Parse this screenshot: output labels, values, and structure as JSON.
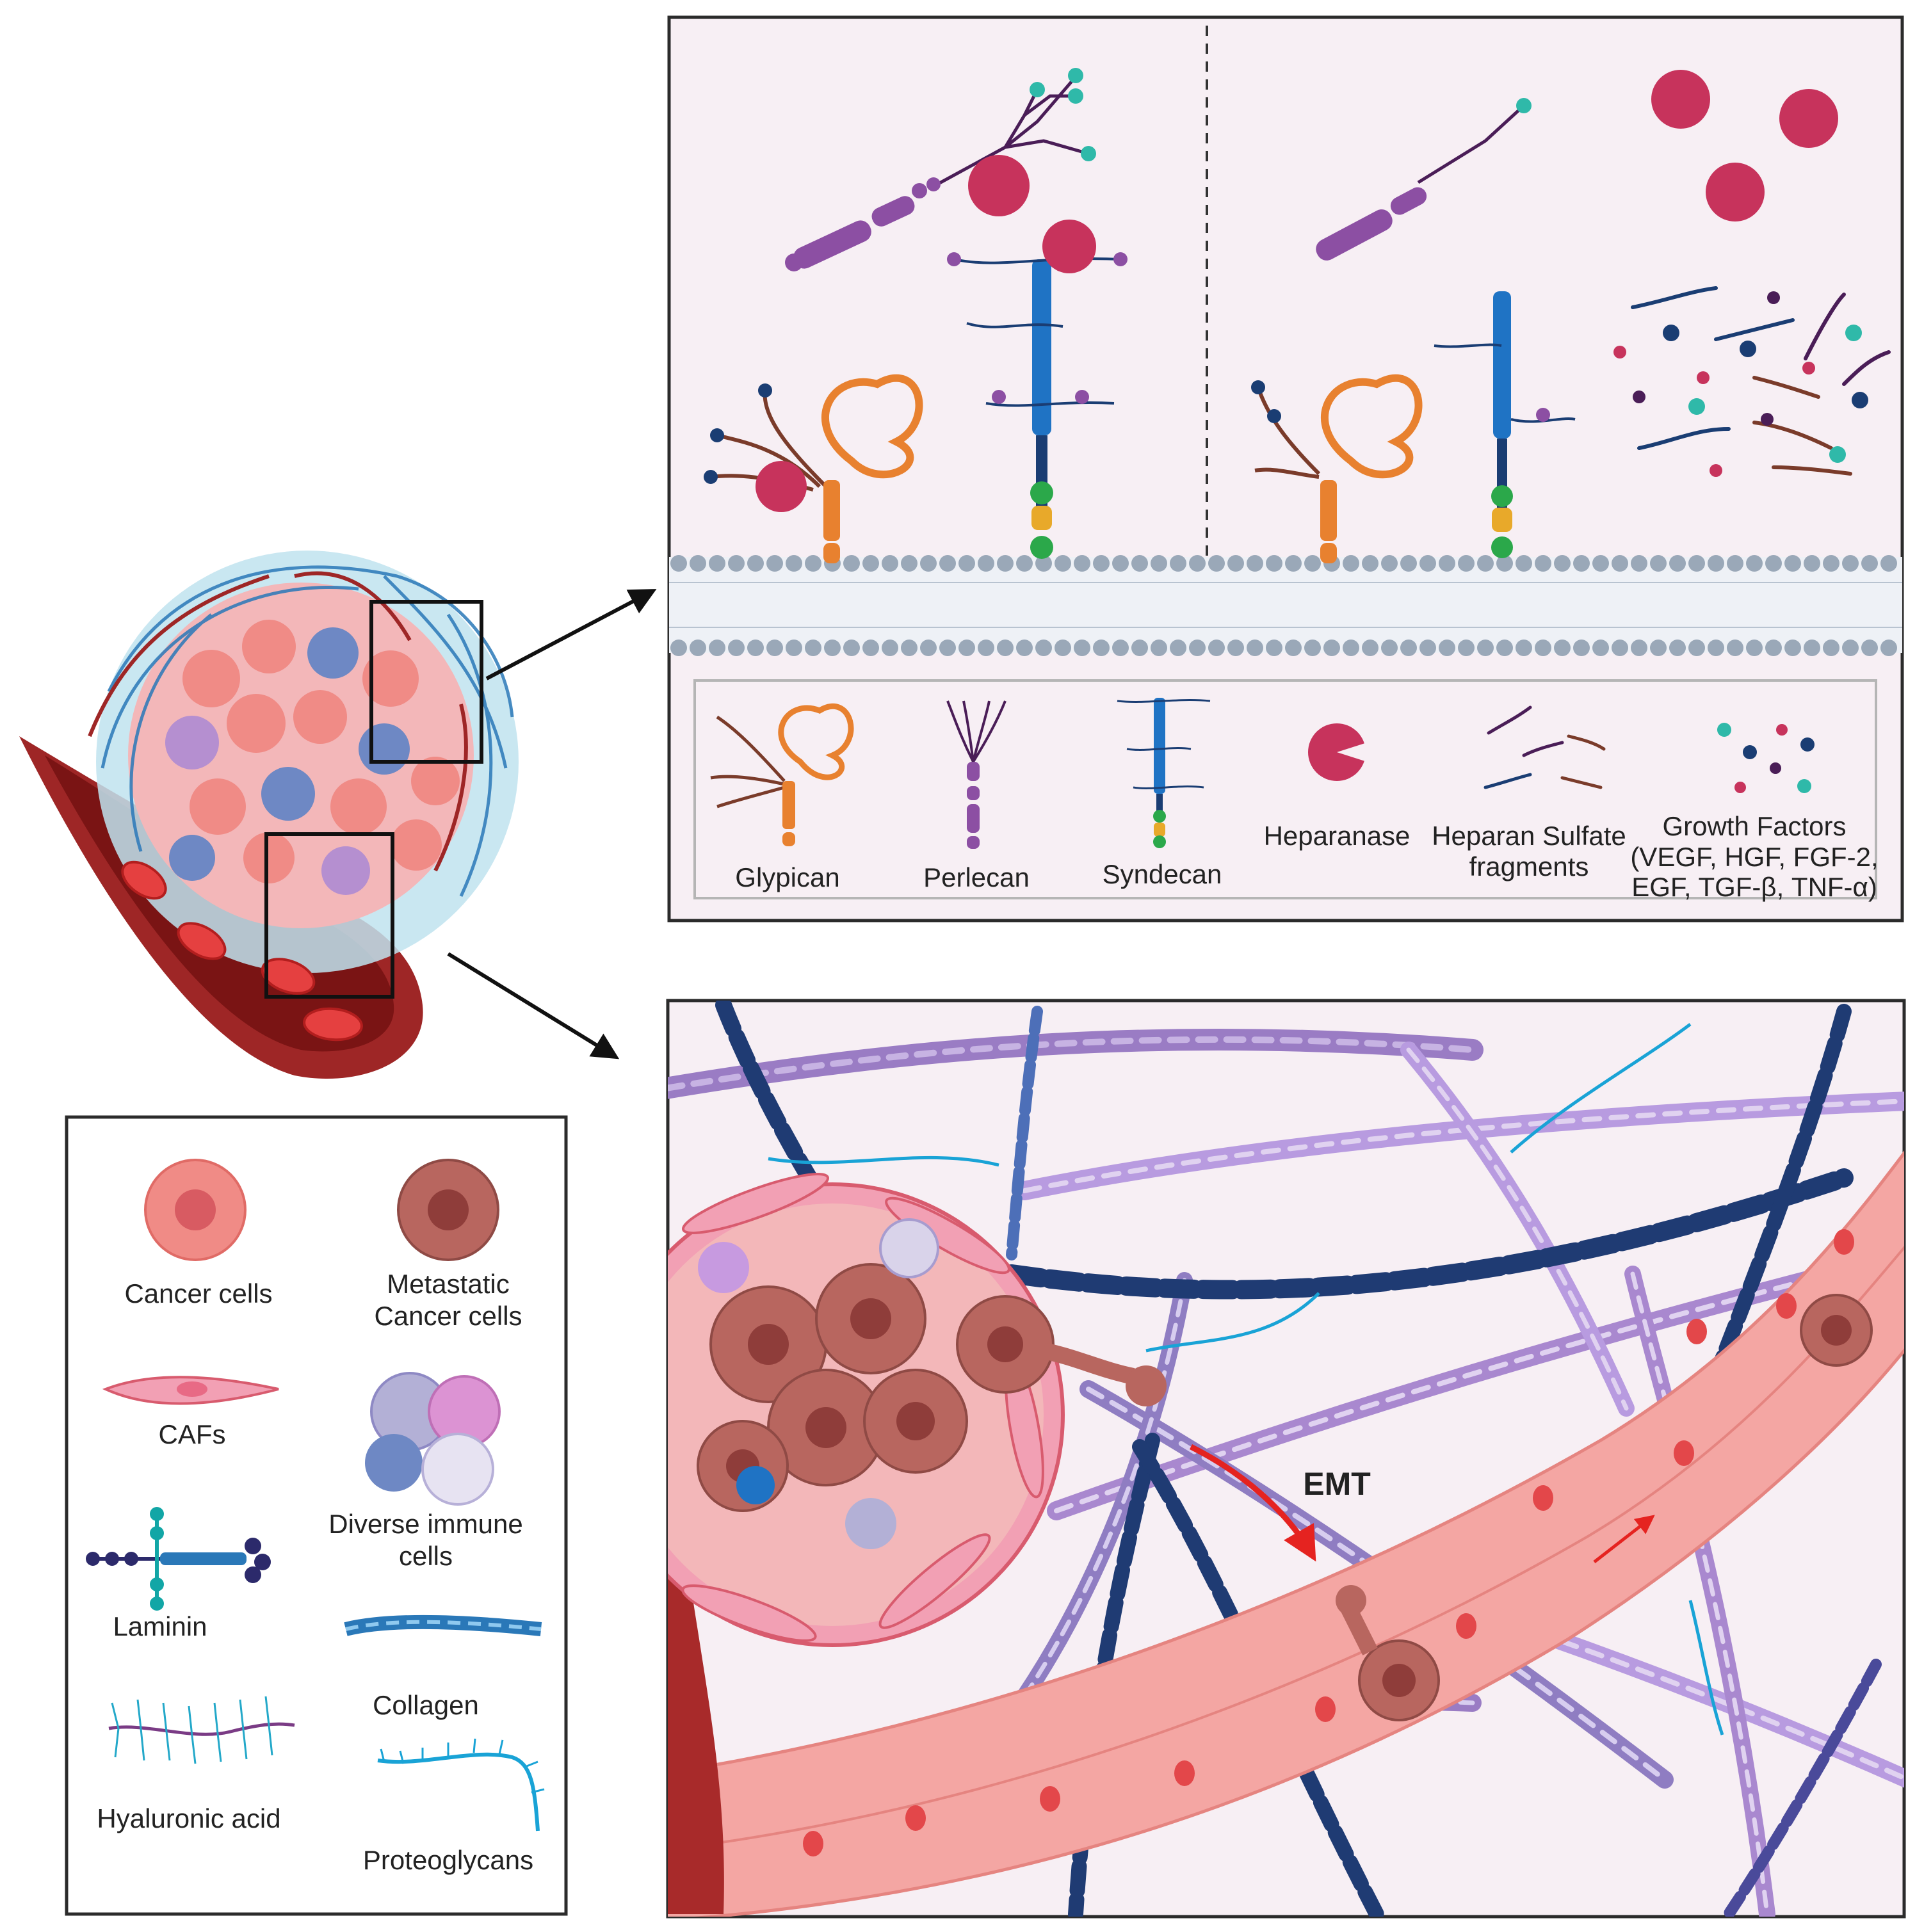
{
  "colors": {
    "panel_bg": "#f7eff4",
    "panel_border": "#2b2b2b",
    "glypican": "#e8812f",
    "glypican_chain": "#7a3b2a",
    "perlecan": "#8c4fa3",
    "syndecan": "#1f73c4",
    "heparanase": "#c7335c",
    "membrane": "#9aa8b8",
    "cancer_cell": "#f08b86",
    "metastatic_cell": "#b8665f",
    "caf": "#f2a0b4",
    "collagen": "#2a78b8",
    "laminin": "#2c2a6b",
    "hyaluronic": "#23a8c9",
    "proteoglycan": "#19a3d6",
    "vessel": "#a82a2a",
    "rbc": "#d93a3a",
    "emt_arrow": "#e52320",
    "fiber_purple": "#a988cf",
    "fiber_navy": "#1f3b73"
  },
  "top_panel": {
    "legend": {
      "glypican": "Glypican",
      "perlecan": "Perlecan",
      "syndecan": "Syndecan",
      "heparanase": "Heparanase",
      "hs_line1": "Heparan Sulfate",
      "hs_line2": "fragments",
      "gf_line1": "Growth Factors",
      "gf_line2": "(VEGF, HGF, FGF-2,",
      "gf_line3": "EGF, TGF-β, TNF-α)"
    }
  },
  "bottom_panel": {
    "emt_label": "EMT"
  },
  "left_legend": {
    "cancer_cells": "Cancer cells",
    "metastatic_line1": "Metastatic",
    "metastatic_line2": "Cancer cells",
    "cafs": "CAFs",
    "immune_line1": "Diverse immune",
    "immune_line2": "cells",
    "laminin": "Laminin",
    "collagen": "Collagen",
    "hyaluronic_acid": "Hyaluronic acid",
    "proteoglycans": "Proteoglycans"
  }
}
